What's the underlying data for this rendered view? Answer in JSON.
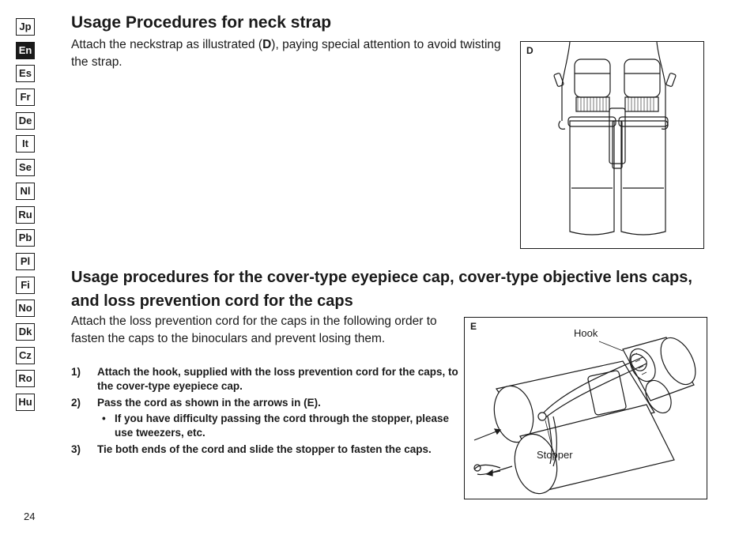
{
  "languages": {
    "items": [
      "Jp",
      "En",
      "Es",
      "Fr",
      "De",
      "It",
      "Se",
      "Nl",
      "Ru",
      "Pb",
      "Pl",
      "Fi",
      "No",
      "Dk",
      "Cz",
      "Ro",
      "Hu"
    ],
    "active": "En"
  },
  "section1": {
    "title": "Usage Procedures for neck strap",
    "body_before": "Attach the neckstrap as illustrated (",
    "body_ref": "D",
    "body_after": "), paying special attention to avoid twisting the strap."
  },
  "figure_d": {
    "letter": "D"
  },
  "section2": {
    "title": "Usage procedures for the cover-type eyepiece cap, cover-type objective lens caps, and loss prevention cord for the caps",
    "body": "Attach the loss prevention cord for the caps in the following order to fasten the caps to the binoculars and prevent losing them.",
    "steps": [
      {
        "num": "1)",
        "text": "Attach the hook, supplied with the loss prevention cord for the caps, to the cover-type eyepiece cap."
      },
      {
        "num": "2)",
        "text_before": "Pass the cord as shown in the arrows in (",
        "text_ref": "E",
        "text_after": ").",
        "bullet": "If you have difficulty passing the cord through the stopper, please use tweezers, etc."
      },
      {
        "num": "3)",
        "text": "Tie both ends of the cord and slide the stopper to fasten the caps."
      }
    ]
  },
  "figure_e": {
    "letter": "E",
    "label_hook": "Hook",
    "label_stopper": "Stopper"
  },
  "page_number": "24",
  "colors": {
    "ink": "#1a1a1a",
    "background": "#ffffff"
  }
}
